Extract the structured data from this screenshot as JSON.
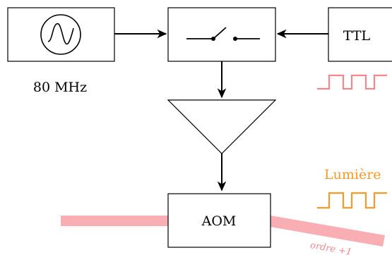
{
  "diagram": {
    "oscillator": {
      "frequency_label": "80 MHz"
    },
    "ttl": {
      "label": "TTL"
    },
    "aom": {
      "label": "AOM"
    },
    "light": {
      "label": "Lumière"
    },
    "order": {
      "label": "ordre +1"
    }
  },
  "colors": {
    "ttl_signal": "#f4868e",
    "light_signal": "#f39a2c",
    "beam": "#f9aeb3",
    "order_text": "#f4868e",
    "stroke": "#000000"
  }
}
